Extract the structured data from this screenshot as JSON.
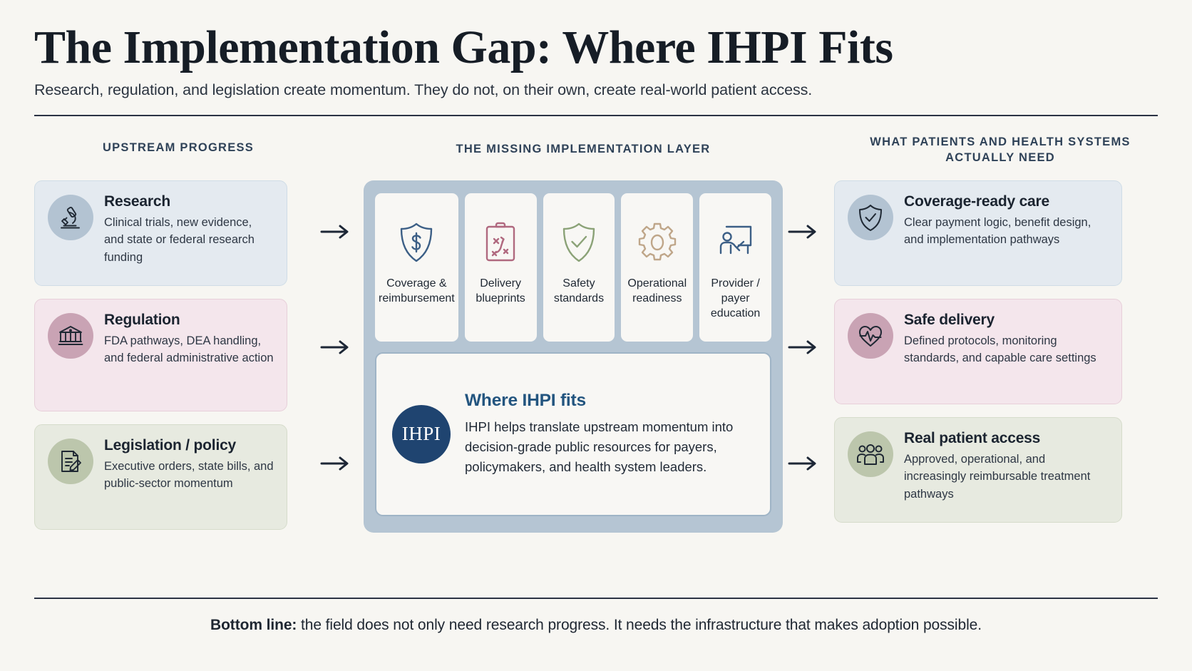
{
  "header": {
    "title": "The Implementation Gap: Where IHPI Fits",
    "subtitle": "Research, regulation, and legislation create momentum. They do not, on their own, create real-world patient access."
  },
  "columns": {
    "left_heading": "UPSTREAM PROGRESS",
    "center_heading": "THE MISSING IMPLEMENTATION LAYER",
    "right_heading": "WHAT PATIENTS AND HEALTH SYSTEMS ACTUALLY NEED"
  },
  "left_cards": [
    {
      "title": "Research",
      "desc": "Clinical trials, new evidence, and state or federal research funding",
      "icon": "microscope-icon",
      "tone": "blue"
    },
    {
      "title": "Regulation",
      "desc": "FDA pathways, DEA handling, and federal administrative action",
      "icon": "government-building-icon",
      "tone": "pink"
    },
    {
      "title": "Legislation / policy",
      "desc": "Executive orders, state bills, and public-sector momentum",
      "icon": "document-pencil-icon",
      "tone": "green"
    }
  ],
  "right_cards": [
    {
      "title": "Coverage-ready care",
      "desc": "Clear payment logic, benefit design, and implementation pathways",
      "icon": "shield-check-icon",
      "tone": "blue"
    },
    {
      "title": "Safe delivery",
      "desc": "Defined protocols, monitoring standards, and capable care settings",
      "icon": "heart-pulse-icon",
      "tone": "pink"
    },
    {
      "title": "Real patient access",
      "desc": "Approved, operational, and increasingly reimbursable treatment pathways",
      "icon": "people-group-icon",
      "tone": "green"
    }
  ],
  "center_tiles": [
    {
      "label": "Coverage & reimbursement",
      "icon": "shield-dollar-icon"
    },
    {
      "label": "Delivery blueprints",
      "icon": "clipboard-strategy-icon"
    },
    {
      "label": "Safety standards",
      "icon": "shield-check-icon"
    },
    {
      "label": "Operational readiness",
      "icon": "gear-icon"
    },
    {
      "label": "Provider / payer education",
      "icon": "presenter-board-icon"
    }
  ],
  "callout": {
    "badge": "IHPI",
    "title": "Where IHPI fits",
    "text": "IHPI helps translate upstream momentum into decision-grade public resources for payers, policymakers, and health system leaders."
  },
  "footer": {
    "lead": "Bottom line:",
    "text": " the field does not only need research progress. It needs the infrastructure that makes adoption possible."
  },
  "colors": {
    "page_bg": "#f7f6f2",
    "ink": "#1f2633",
    "heading_blue": "#2f4258",
    "panel_blue": "#b5c5d3",
    "accent_navy": "#1f4470",
    "callout_title": "#23557f",
    "tone_blue_bg": "#e4eaf0",
    "tone_pink_bg": "#f4e6ec",
    "tone_green_bg": "#e7eae0",
    "icon_blue": "#b3c3d2",
    "icon_pink": "#c9a3b4",
    "icon_green": "#bcc6ac",
    "tile_dollar": "#3c5f86",
    "tile_clipboard": "#b0697f",
    "tile_check": "#8ba277",
    "tile_gear": "#bfa689",
    "tile_presenter": "#3c5f86"
  }
}
